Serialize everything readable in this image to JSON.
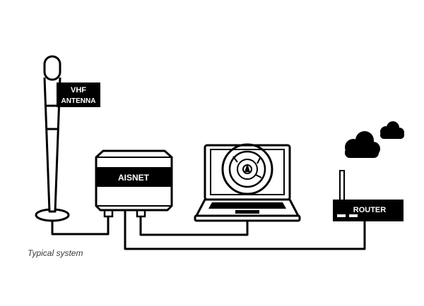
{
  "diagram": {
    "antenna_label_line1": "VHF",
    "antenna_label_line2": "ANTENNA",
    "device_label": "AISNET",
    "router_label": "ROUTER",
    "caption": "Typical system"
  },
  "colors": {
    "ink": "#000000",
    "paper": "#ffffff",
    "caption": "#3a3a3a"
  },
  "icons": [
    "vhf-antenna-icon",
    "aisnet-device-icon",
    "laptop-icon",
    "router-icon",
    "cloud-icon"
  ]
}
